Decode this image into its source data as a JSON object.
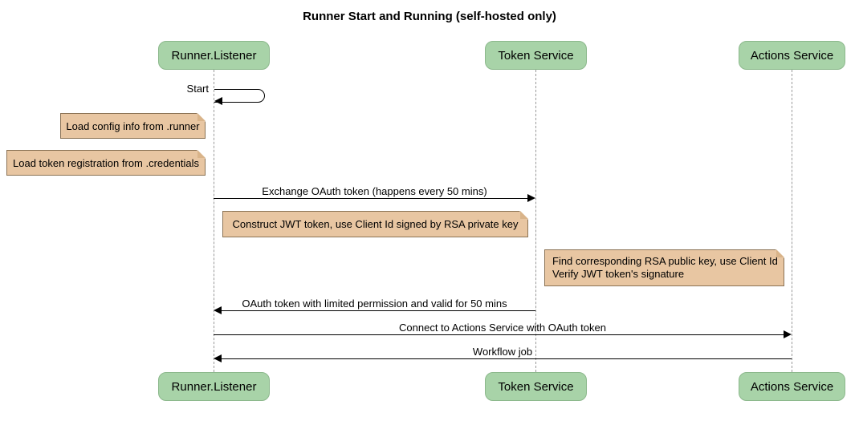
{
  "title": "Runner Start and Running (self-hosted only)",
  "colors": {
    "participant_fill": "#a8d3a8",
    "participant_border": "#8cb88c",
    "note_fill": "#e8c6a2",
    "note_border": "#8b7355",
    "note_fold": "#d9b48a",
    "lifeline": "#999999",
    "arrow": "#000000"
  },
  "participants": [
    {
      "label": "Runner.Listener"
    },
    {
      "label": "Token Service"
    },
    {
      "label": "Actions Service"
    }
  ],
  "messages": {
    "start": "Start",
    "exchange": "Exchange OAuth token (happens every 50 mins)",
    "oauth_return": "OAuth token with limited permission and valid for 50 mins",
    "connect": "Connect to Actions Service with OAuth token",
    "workflow": "Workflow job"
  },
  "notes": {
    "load_config": "Load config info from .runner",
    "load_token": "Load token registration from .credentials",
    "construct_jwt": "Construct JWT token, use Client Id signed by RSA private key",
    "find_rsa_line1": "Find corresponding RSA public key, use Client Id",
    "find_rsa_line2": "Verify JWT token's signature"
  }
}
